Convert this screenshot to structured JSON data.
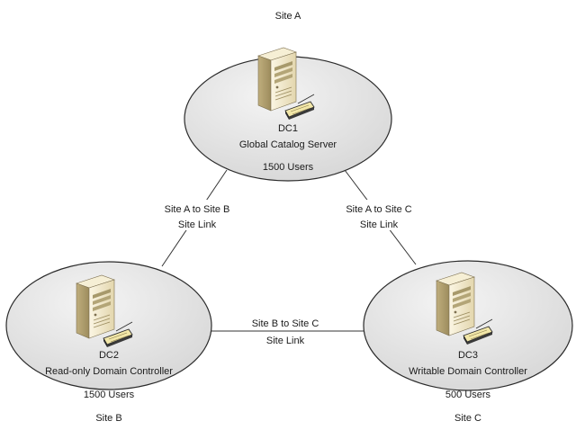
{
  "colors": {
    "site_fill_light": "#f4f4f4",
    "site_fill_dark": "#d6d6d6",
    "site_stroke": "#2b2b2b",
    "server_body": "#efe6c8",
    "server_shade": "#c9b98a",
    "tray": "#f2e7a8"
  },
  "icons": {
    "server": "server-tower-icon"
  },
  "sites": [
    {
      "id": "site-a",
      "name": "Site A",
      "dc": "DC1",
      "role": "Global Catalog Server",
      "users": "1500 Users"
    },
    {
      "id": "site-b",
      "name": "Site B",
      "dc": "DC2",
      "role": "Read-only Domain Controller",
      "users": "1500 Users"
    },
    {
      "id": "site-c",
      "name": "Site C",
      "dc": "DC3",
      "role": "Writable Domain Controller",
      "users": "500 Users"
    }
  ],
  "links": [
    {
      "id": "a-b",
      "line1": "Site A to Site B",
      "line2": "Site Link"
    },
    {
      "id": "a-c",
      "line1": "Site A to Site C",
      "line2": "Site Link"
    },
    {
      "id": "b-c",
      "line1": "Site B to Site C",
      "line2": "Site Link"
    }
  ]
}
